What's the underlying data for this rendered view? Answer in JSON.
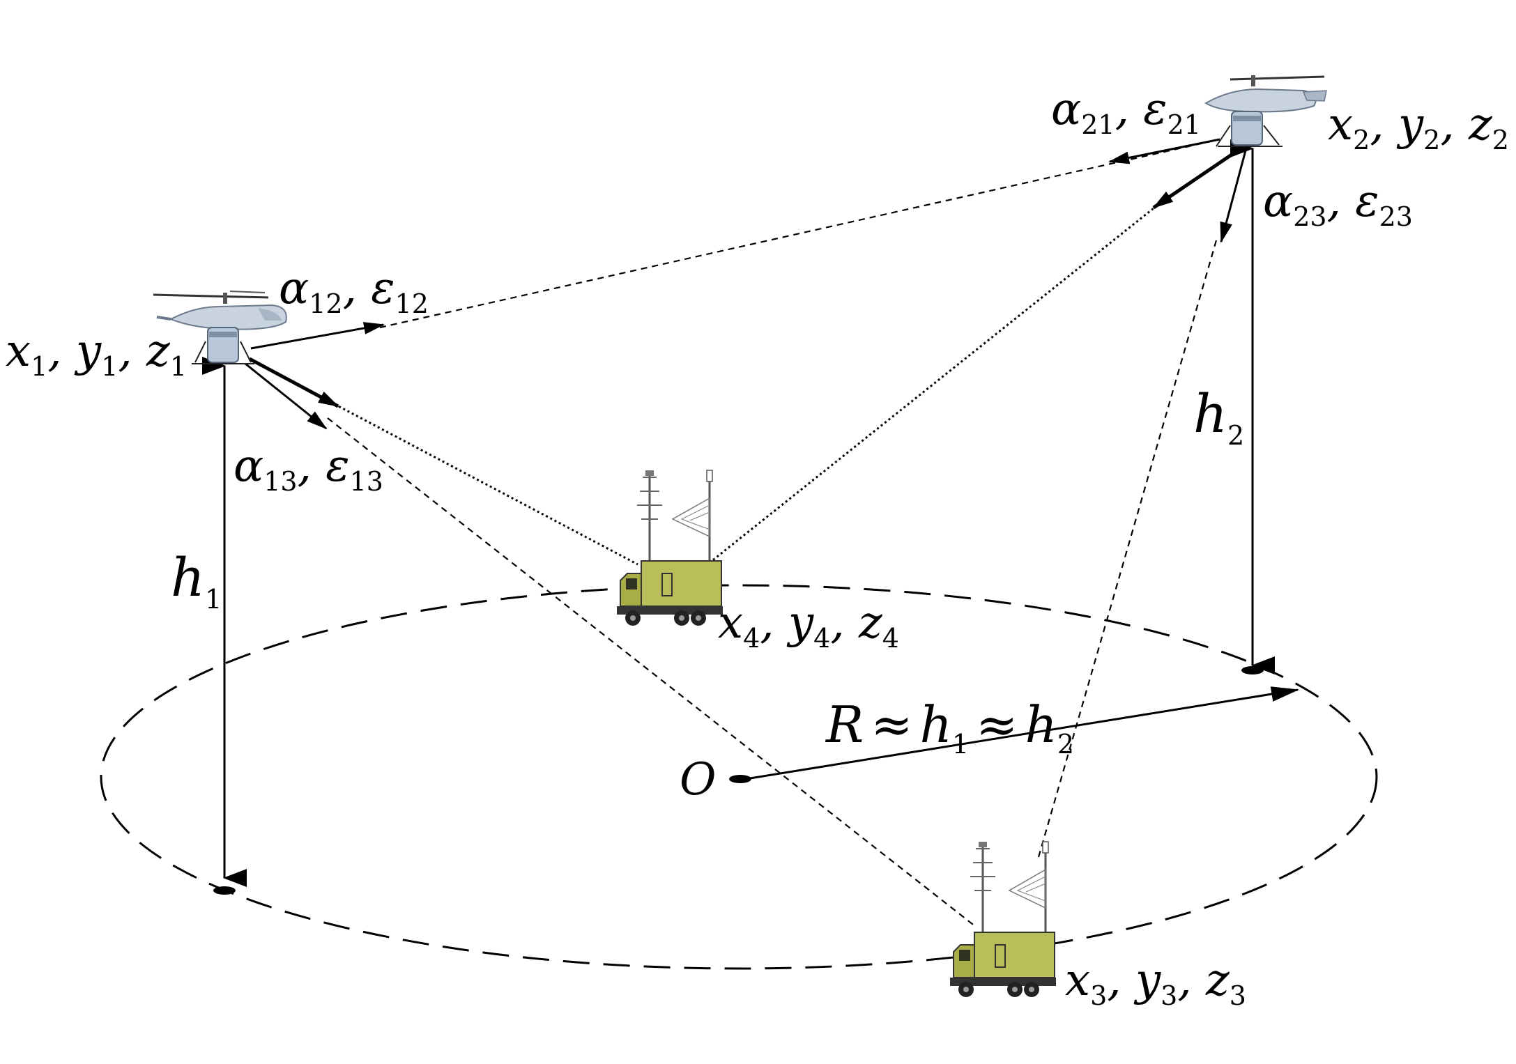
{
  "nodes": {
    "drone1": {
      "name": "x",
      "var_y": "y",
      "var_z": "z",
      "index": "1"
    },
    "drone2": {
      "name": "x",
      "var_y": "y",
      "var_z": "z",
      "index": "2"
    },
    "truck3": {
      "name": "x",
      "var_y": "y",
      "var_z": "z",
      "index": "3"
    },
    "truck4": {
      "name": "x",
      "var_y": "y",
      "var_z": "z",
      "index": "4"
    }
  },
  "angles": {
    "a12": {
      "alpha": "α",
      "eps": "ε",
      "index": "12"
    },
    "a13": {
      "alpha": "α",
      "eps": "ε",
      "index": "13"
    },
    "a21": {
      "alpha": "α",
      "eps": "ε",
      "index": "21"
    },
    "a23": {
      "alpha": "α",
      "eps": "ε",
      "index": "23"
    }
  },
  "heights": {
    "h1": {
      "symbol": "h",
      "index": "1"
    },
    "h2": {
      "symbol": "h",
      "index": "2"
    }
  },
  "center": {
    "symbol": "O"
  },
  "radius": {
    "r": "R",
    "approx": "≈",
    "h": "h",
    "i1": "1",
    "i2": "2"
  },
  "separator": ",",
  "colors": {
    "truck_body": "#b9bd5a",
    "truck_cab": "#a9ad45",
    "drone_body": "#c9d3df"
  }
}
